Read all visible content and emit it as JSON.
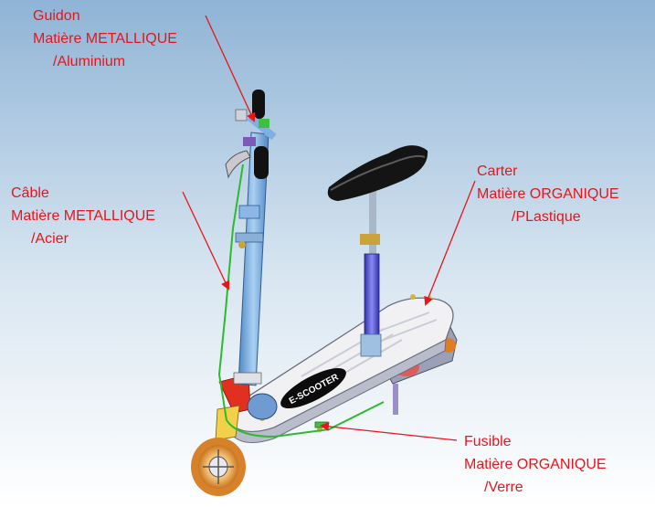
{
  "annotations": {
    "guidon": {
      "name": "Guidon",
      "material": "Matière METALLIQUE",
      "sub": "/Aluminium"
    },
    "cable": {
      "name": "Câble",
      "material": "Matière METALLIQUE",
      "sub": "/Acier"
    },
    "carter": {
      "name": "Carter",
      "material": "Matière ORGANIQUE",
      "sub": "/PLastique"
    },
    "fusible": {
      "name": "Fusible",
      "material": "Matière ORGANIQUE",
      "sub": "/Verre"
    }
  },
  "deck_logo": "E-SCOOTER",
  "colors": {
    "annotation": "#e8151b",
    "background_top": "#8fb4d6",
    "background_bottom": "#ffffff",
    "deck": "#f1f1f4",
    "stem": "#7fb0e0",
    "seat_post": "#5f5fe0",
    "seat": "#111111",
    "fork": "#e23020",
    "wheel": "#e7962e",
    "wire": "#2bbb2b"
  }
}
